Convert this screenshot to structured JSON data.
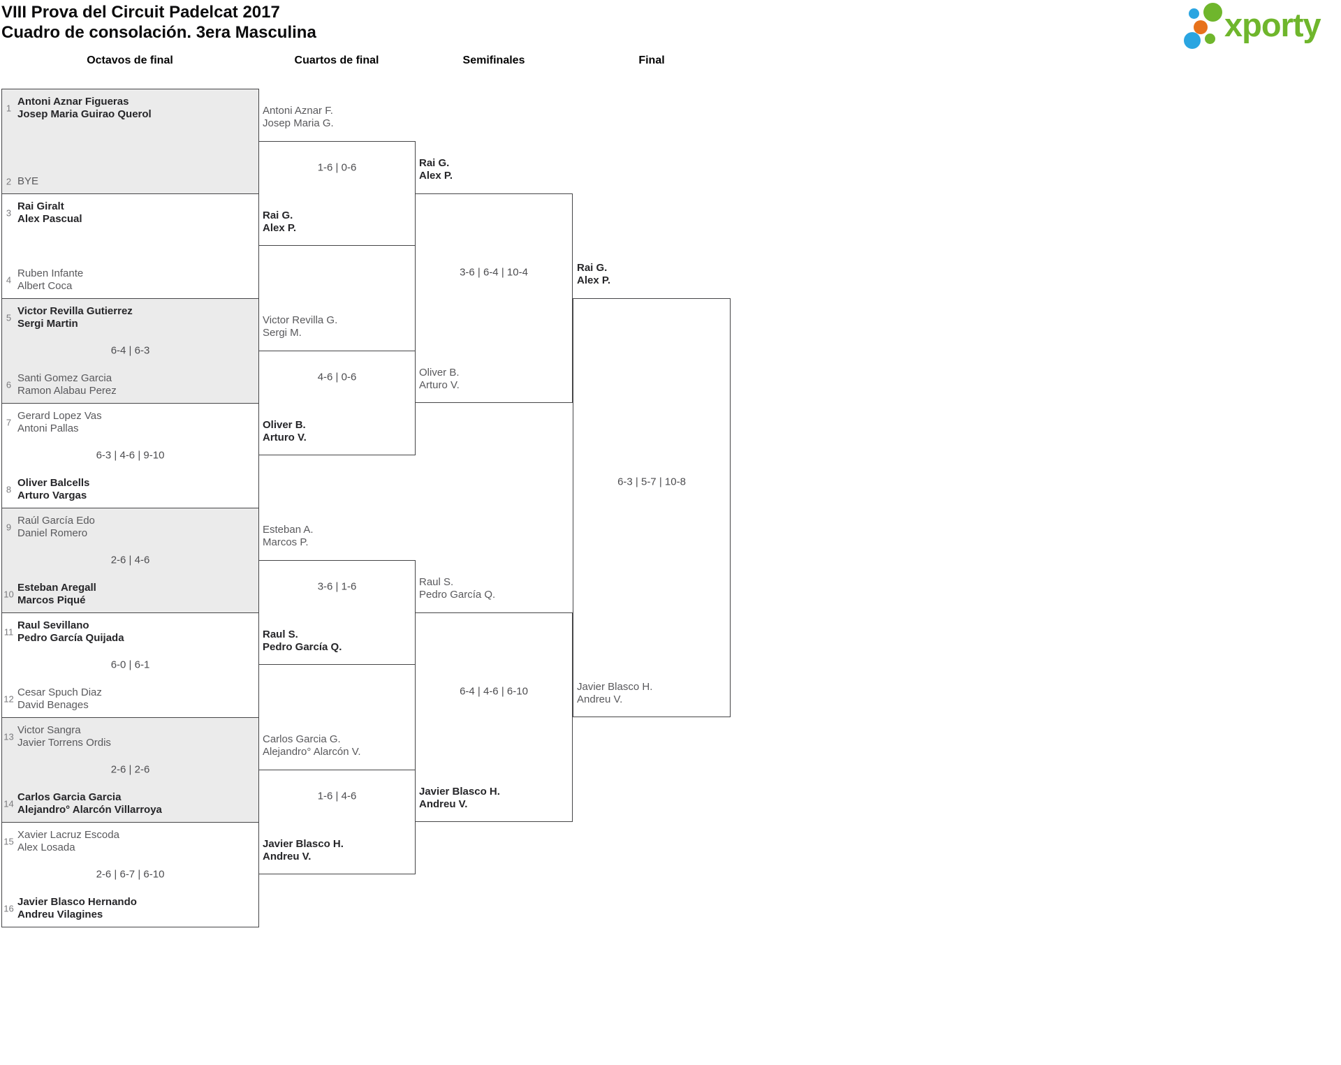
{
  "header": {
    "title_line1": "VIII Prova del Circuit Padelcat 2017",
    "title_line2": "Cuadro de consolación. 3era Masculina",
    "logo_text": "xporty"
  },
  "rounds": [
    "Octavos de final",
    "Cuartos de final",
    "Semifinales",
    "Final"
  ],
  "bracket": {
    "r16": [
      {
        "top": {
          "num": "1",
          "lines": [
            "Antoni Aznar Figueras",
            "Josep Maria Guirao Querol"
          ],
          "bold": true
        },
        "bottom": {
          "num": "2",
          "lines": [
            "BYE"
          ],
          "bold": false
        },
        "score": "",
        "shaded": true
      },
      {
        "top": {
          "num": "3",
          "lines": [
            "Rai Giralt",
            "Alex Pascual"
          ],
          "bold": true
        },
        "bottom": {
          "num": "4",
          "lines": [
            "Ruben Infante",
            "Albert Coca"
          ],
          "bold": false
        },
        "score": "",
        "shaded": false
      },
      {
        "top": {
          "num": "5",
          "lines": [
            "Victor Revilla Gutierrez",
            "Sergi Martin"
          ],
          "bold": true
        },
        "bottom": {
          "num": "6",
          "lines": [
            "Santi Gomez Garcia",
            "Ramon Alabau Perez"
          ],
          "bold": false
        },
        "score": "6-4 | 6-3",
        "shaded": true
      },
      {
        "top": {
          "num": "7",
          "lines": [
            "Gerard Lopez Vas",
            "Antoni Pallas"
          ],
          "bold": false
        },
        "bottom": {
          "num": "8",
          "lines": [
            "Oliver Balcells",
            "Arturo Vargas"
          ],
          "bold": true
        },
        "score": "6-3 | 4-6 | 9-10",
        "shaded": false
      },
      {
        "top": {
          "num": "9",
          "lines": [
            "Raúl García Edo",
            "Daniel Romero"
          ],
          "bold": false
        },
        "bottom": {
          "num": "10",
          "lines": [
            "Esteban Aregall",
            "Marcos Piqué"
          ],
          "bold": true
        },
        "score": "2-6 | 4-6",
        "shaded": true
      },
      {
        "top": {
          "num": "11",
          "lines": [
            "Raul Sevillano",
            "Pedro García Quijada"
          ],
          "bold": true
        },
        "bottom": {
          "num": "12",
          "lines": [
            "Cesar Spuch Diaz",
            "David Benages"
          ],
          "bold": false
        },
        "score": "6-0 | 6-1",
        "shaded": false
      },
      {
        "top": {
          "num": "13",
          "lines": [
            "Victor Sangra",
            "Javier Torrens Ordis"
          ],
          "bold": false
        },
        "bottom": {
          "num": "14",
          "lines": [
            "Carlos Garcia Garcia",
            "Alejandro° Alarcón Villarroya"
          ],
          "bold": true
        },
        "score": "2-6 | 2-6",
        "shaded": true
      },
      {
        "top": {
          "num": "15",
          "lines": [
            "Xavier Lacruz Escoda",
            "Alex Losada"
          ],
          "bold": false
        },
        "bottom": {
          "num": "16",
          "lines": [
            "Javier Blasco Hernando",
            "Andreu Vilagines"
          ],
          "bold": true
        },
        "score": "2-6 | 6-7 | 6-10",
        "shaded": false
      }
    ],
    "quarterfinals": [
      {
        "top": {
          "lines": [
            "Antoni Aznar F.",
            "Josep Maria G."
          ],
          "bold": false
        },
        "bottom": {
          "lines": [
            "Rai G.",
            "Alex P."
          ],
          "bold": true
        },
        "score": "1-6 | 0-6"
      },
      {
        "top": {
          "lines": [
            "Victor Revilla G.",
            "Sergi M."
          ],
          "bold": false
        },
        "bottom": {
          "lines": [
            "Oliver B.",
            "Arturo V."
          ],
          "bold": true
        },
        "score": "4-6 | 0-6"
      },
      {
        "top": {
          "lines": [
            "Esteban A.",
            "Marcos P."
          ],
          "bold": false
        },
        "bottom": {
          "lines": [
            "Raul S.",
            "Pedro García Q."
          ],
          "bold": true
        },
        "score": "3-6 | 1-6"
      },
      {
        "top": {
          "lines": [
            "Carlos Garcia G.",
            "Alejandro° Alarcón V."
          ],
          "bold": false
        },
        "bottom": {
          "lines": [
            "Javier Blasco H.",
            "Andreu V."
          ],
          "bold": true
        },
        "score": "1-6 | 4-6"
      }
    ],
    "semifinals": [
      {
        "top": {
          "lines": [
            "Rai G.",
            "Alex P."
          ],
          "bold": true
        },
        "bottom": {
          "lines": [
            "Oliver B.",
            "Arturo V."
          ],
          "bold": false
        },
        "score": "3-6 | 6-4 | 10-4"
      },
      {
        "top": {
          "lines": [
            "Raul S.",
            "Pedro García Q."
          ],
          "bold": false
        },
        "bottom": {
          "lines": [
            "Javier Blasco H.",
            "Andreu V."
          ],
          "bold": true
        },
        "score": "6-4 | 4-6 | 6-10"
      }
    ],
    "final": [
      {
        "top": {
          "lines": [
            "Rai G.",
            "Alex P."
          ],
          "bold": true
        },
        "bottom": {
          "lines": [
            "Javier Blasco H.",
            "Andreu V."
          ],
          "bold": false
        },
        "score": "6-3 | 5-7 | 10-8"
      }
    ]
  },
  "colors": {
    "logo_green": "#6fb62c",
    "logo_blue": "#2aa5e1",
    "logo_orange": "#e7721b",
    "shade": "#ebebeb",
    "border": "#454547",
    "name_regular": "#59595c",
    "name_winner": "#262629",
    "seed": "#7a7a7d",
    "score": "#4c4c4f"
  }
}
